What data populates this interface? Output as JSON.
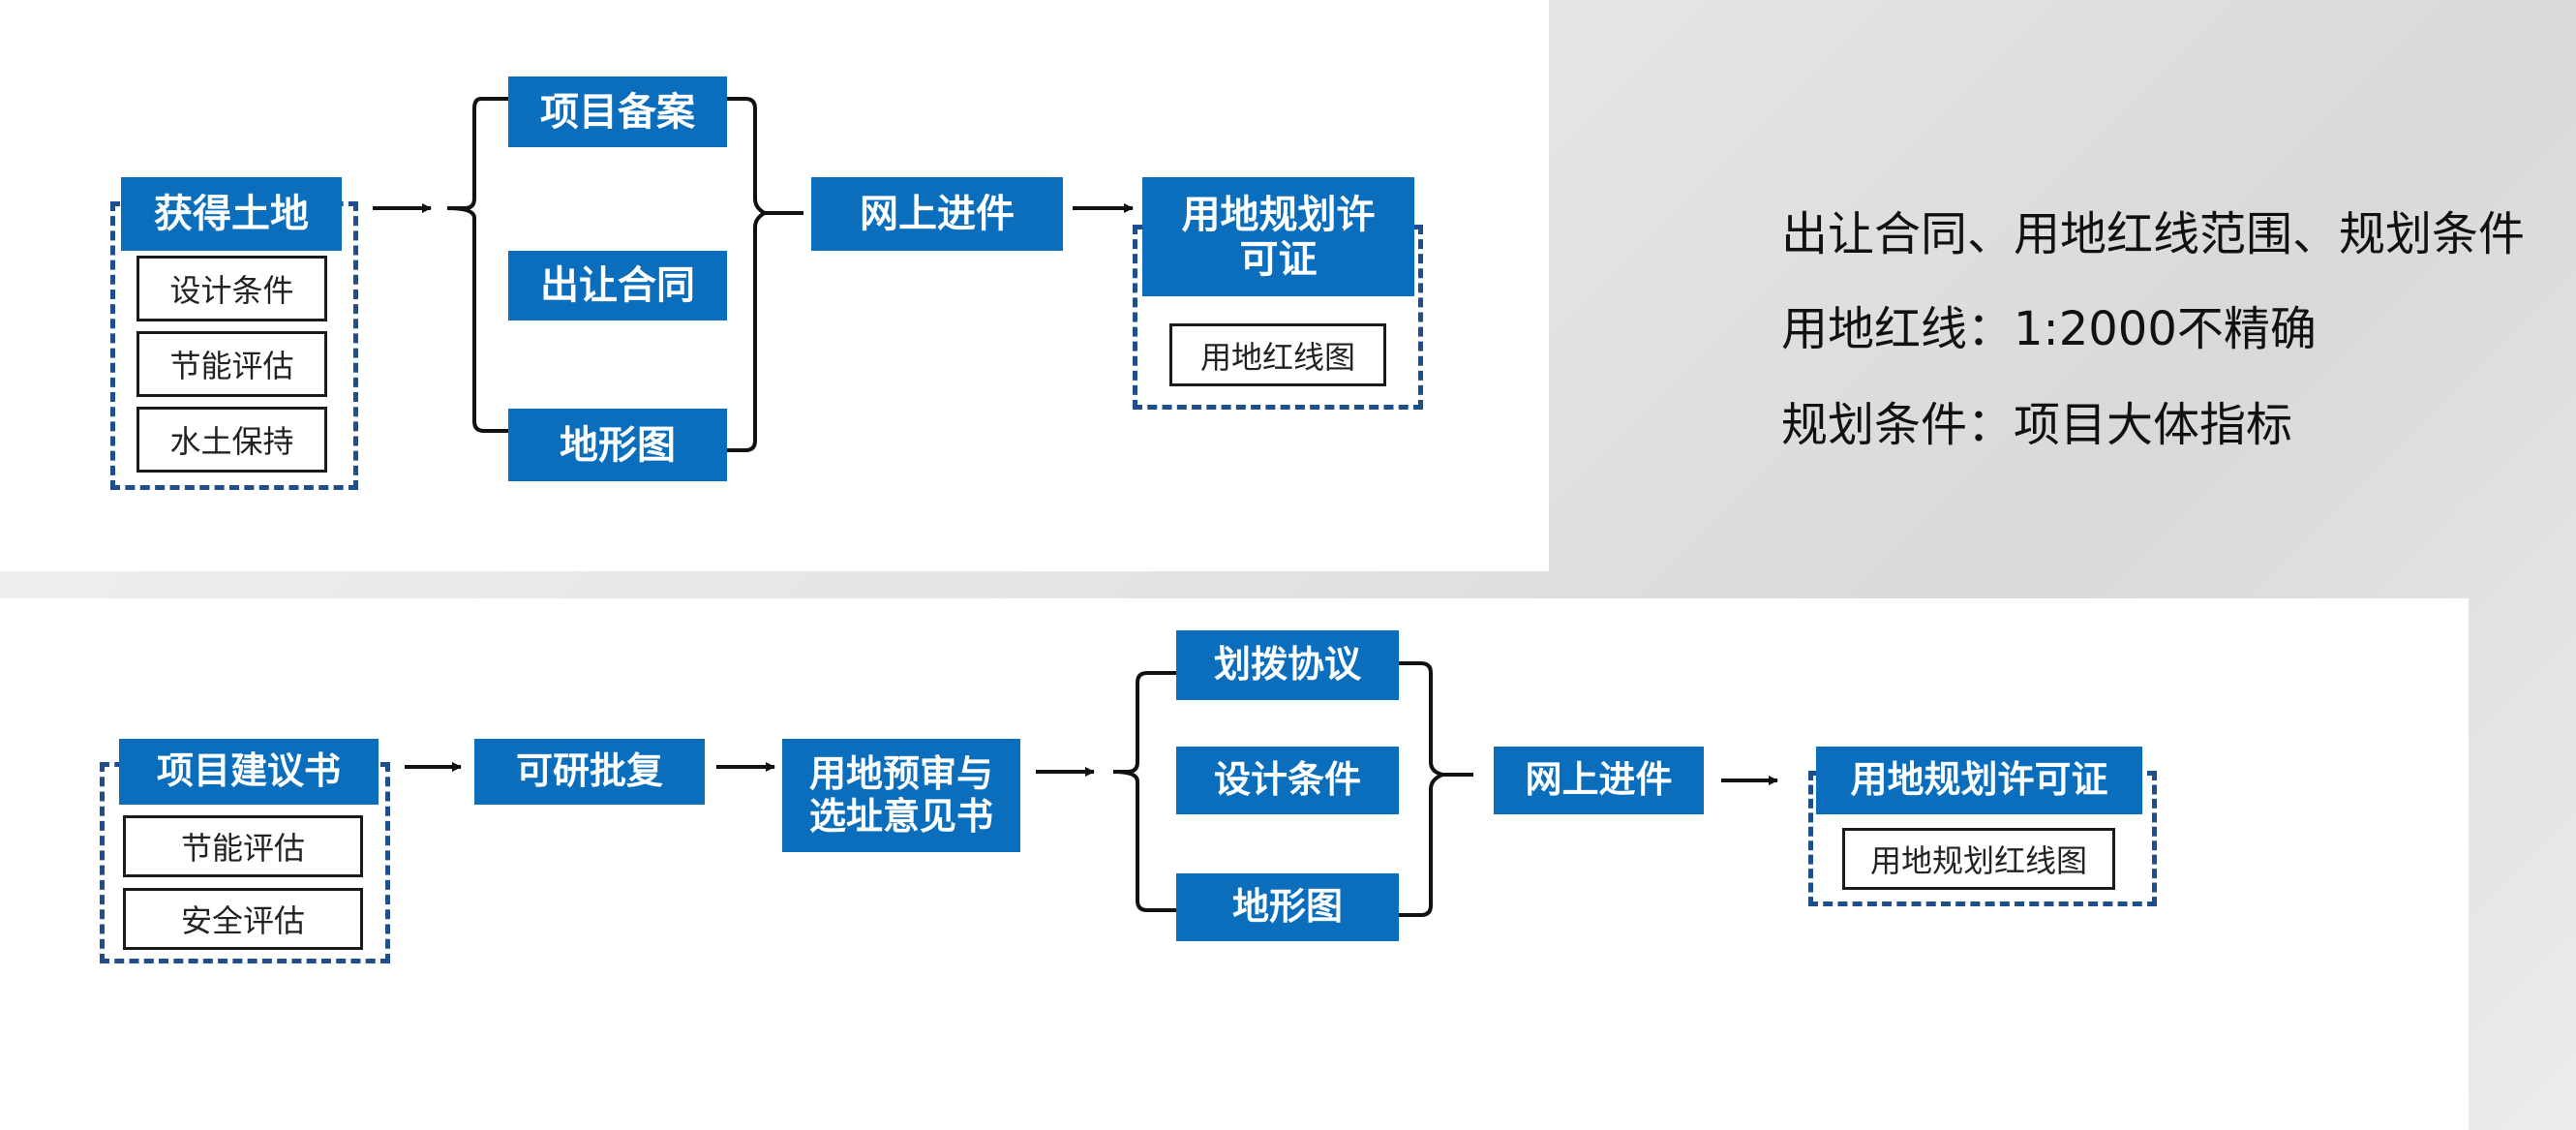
{
  "top": {
    "obtain_land": "获得土地",
    "design_conditions": "设计条件",
    "energy_assessment": "节能评估",
    "soil_conservation": "水土保持",
    "project_filing": "项目备案",
    "transfer_contract": "出让合同",
    "topographic_map": "地形图",
    "online_submission": "网上进件",
    "land_planning_permit": "用地规划许\n可证",
    "red_line_map": "用地红线图"
  },
  "notes": [
    "出让合同、用地红线范围、规划条件",
    "用地红线：1:2000不精确",
    "规划条件：项目大体指标"
  ],
  "bottom": {
    "project_proposal": "项目建议书",
    "energy_assessment": "节能评估",
    "safety_assessment": "安全评估",
    "feasibility_approval": "可研批复",
    "land_pre_review": "用地预审与\n选址意见书",
    "allocation_agreement": "划拨协议",
    "design_conditions": "设计条件",
    "topographic_map": "地形图",
    "online_submission": "网上进件",
    "land_planning_permit": "用地规划许可证",
    "planning_red_line_map": "用地规划红线图"
  },
  "colors": {
    "box_blue": "#0a6ebd",
    "dash_blue": "#1f4e8c"
  }
}
